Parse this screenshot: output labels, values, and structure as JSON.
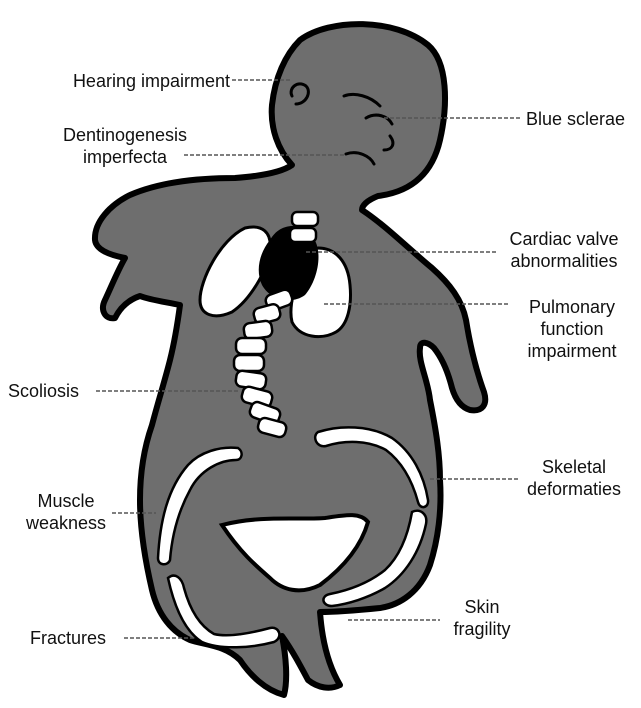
{
  "labels": {
    "hearing": "Hearing impairment",
    "dentino": [
      "Dentinogenesis",
      "imperfecta"
    ],
    "blue_sclerae": "Blue sclerae",
    "cardiac": [
      "Cardiac valve",
      "abnormalities"
    ],
    "pulmonary": [
      "Pulmonary",
      "function",
      "impairment"
    ],
    "scoliosis": "Scoliosis",
    "skeletal": [
      "Skeletal",
      "deformaties"
    ],
    "muscle": [
      "Muscle",
      "weakness"
    ],
    "fractures": "Fractures",
    "skin": [
      "Skin",
      "fragility"
    ]
  },
  "colors": {
    "body_fill": "#6e6e6e",
    "outline": "#000000",
    "bone": "#ffffff",
    "heart": "#000000",
    "leader": "#555555"
  }
}
